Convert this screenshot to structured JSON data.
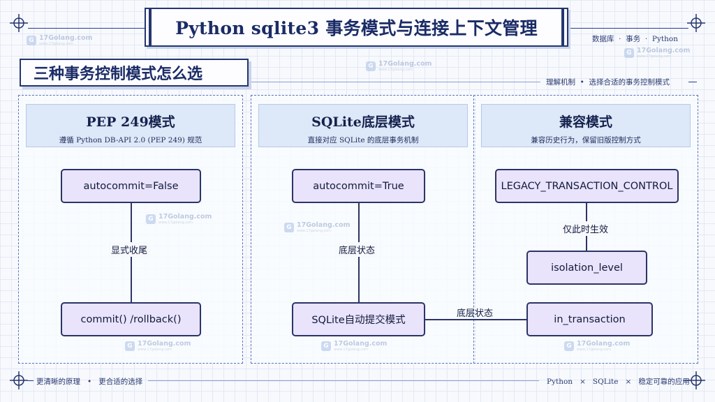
{
  "header": {
    "title": "Python sqlite3 事务模式与连接上下文管理",
    "tags": [
      "数据库",
      "事务",
      "Python"
    ]
  },
  "section": {
    "title": "三种事务控制模式怎么选",
    "subtitle_items": [
      "理解机制",
      "选择合适的事务控制模式"
    ]
  },
  "panels": [
    {
      "title": "PEP 249模式",
      "subtitle": "遵循 Python DB-API 2.0 (PEP 249) 规范",
      "nodes": [
        "autocommit=False",
        "commit() /rollback()"
      ],
      "edge_label": "显式收尾"
    },
    {
      "title": "SQLite底层模式",
      "subtitle": "直接对应 SQLite 的底层事务机制",
      "nodes": [
        "autocommit=True",
        "SQLite自动提交模式"
      ],
      "edge_label": "底层状态"
    },
    {
      "title": "兼容模式",
      "subtitle": "兼容历史行为，保留旧版控制方式",
      "nodes": [
        "LEGACY_TRANSACTION_CONTROL",
        "isolation_level",
        "in_transaction"
      ],
      "edge_label": "仅此时生效"
    }
  ],
  "cross_edge_label": "底层状态",
  "watermark": {
    "text": "17Golang.com",
    "sub": "www.17golang.com"
  },
  "footer": {
    "left": [
      "更清晰的原理",
      "更合适的选择"
    ],
    "right": [
      "Python",
      "SQLite",
      "稳定可靠的应用"
    ]
  },
  "colors": {
    "accent": "#24366f",
    "panel_header": "#dde8f8",
    "node_fill": "#e9e3fb"
  }
}
